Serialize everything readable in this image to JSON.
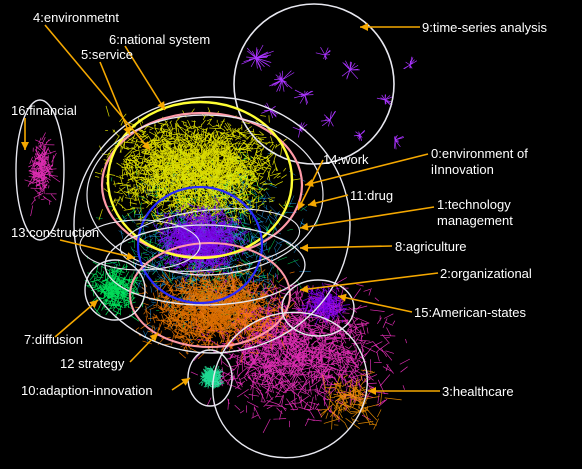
{
  "colors": {
    "background": "#000000",
    "label_text": "#ffffff",
    "arrow": "#f5a800",
    "circle_outline": "#e8e8f0",
    "pink_ring": "#ff9aa8",
    "blue_ring": "#2a2aff",
    "yellow_ring": "#ffff33"
  },
  "clusters": [
    {
      "id": "0",
      "label": "0:environment of",
      "label2": "iInnovation",
      "color": "#ffff00"
    },
    {
      "id": "1",
      "label": "1:technology",
      "label2": "management",
      "color": "#8800ff"
    },
    {
      "id": "2",
      "label": "2:organizational",
      "color": "#ff7f00"
    },
    {
      "id": "3",
      "label": "3:healthcare",
      "color": "#ff33cc"
    },
    {
      "id": "4",
      "label": "4:environmetnt",
      "color": "#ffff00"
    },
    {
      "id": "5",
      "label": "5:service",
      "color": "#ffff00"
    },
    {
      "id": "6",
      "label": "6:national system",
      "color": "#ffff00"
    },
    {
      "id": "7",
      "label": "7:diffusion",
      "color": "#00ff66"
    },
    {
      "id": "8",
      "label": "8:agriculture",
      "color": "#8800ff"
    },
    {
      "id": "9",
      "label": "9:time-series analysis",
      "color": "#aa33ff"
    },
    {
      "id": "10",
      "label": "10:adaption-innovation",
      "color": "#22ffaa"
    },
    {
      "id": "11",
      "label": "11:drug",
      "color": "#ffff00"
    },
    {
      "id": "12",
      "label": "12 strategy",
      "color": "#ff7f00"
    },
    {
      "id": "13",
      "label": "13:construction",
      "color": "#ffff00"
    },
    {
      "id": "14",
      "label": "14:work",
      "color": "#ffff00"
    },
    {
      "id": "15",
      "label": "15:American-states",
      "color": "#8800ff"
    },
    {
      "id": "16",
      "label": "16:financial",
      "color": "#ff33cc"
    }
  ]
}
